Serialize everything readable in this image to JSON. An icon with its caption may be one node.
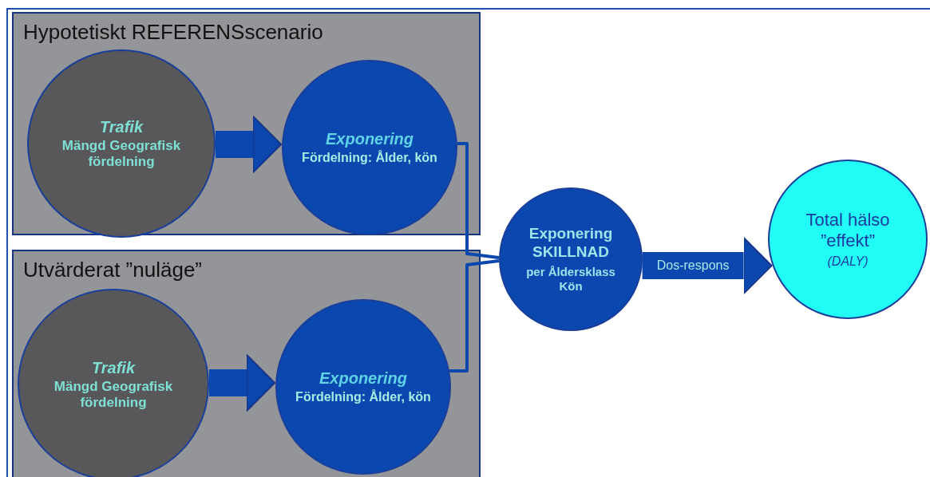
{
  "diagram": {
    "nodes": [
      {
        "text": [
          "Hypotetiskt REFERENSscenario"
        ]
      },
      {
        "text": [
          "Trafik",
          "Mängd Geografisk fördelning"
        ],
        "in": 0
      },
      {
        "text": [
          "Exponering",
          "Fördelning: Ålder, kön"
        ],
        "in": 0
      },
      {
        "text": [
          "Utvärderat ”nuläge”"
        ]
      },
      {
        "text": [
          "Trafik",
          "Mängd Geografisk fördelning"
        ],
        "in": 3
      },
      {
        "text": [
          "Exponering",
          "Fördelning: Ålder, kön"
        ],
        "in": 3
      },
      {
        "text": [
          "Exponering SKILLNAD",
          "per Åldersklass Kön"
        ]
      },
      {
        "text": [
          "Total hälso ”effekt”",
          "(DALY)"
        ]
      }
    ],
    "edges": [
      {
        "from": 1,
        "to": 2,
        "arrow": "to"
      },
      {
        "from": 4,
        "to": 5,
        "arrow": "to"
      },
      {
        "from": 2,
        "to": 6,
        "arrow": "none"
      },
      {
        "from": 5,
        "to": 6,
        "arrow": "none"
      },
      {
        "from": 6,
        "to": 7,
        "arrow": "to",
        "label": "Dos-respons"
      }
    ]
  }
}
